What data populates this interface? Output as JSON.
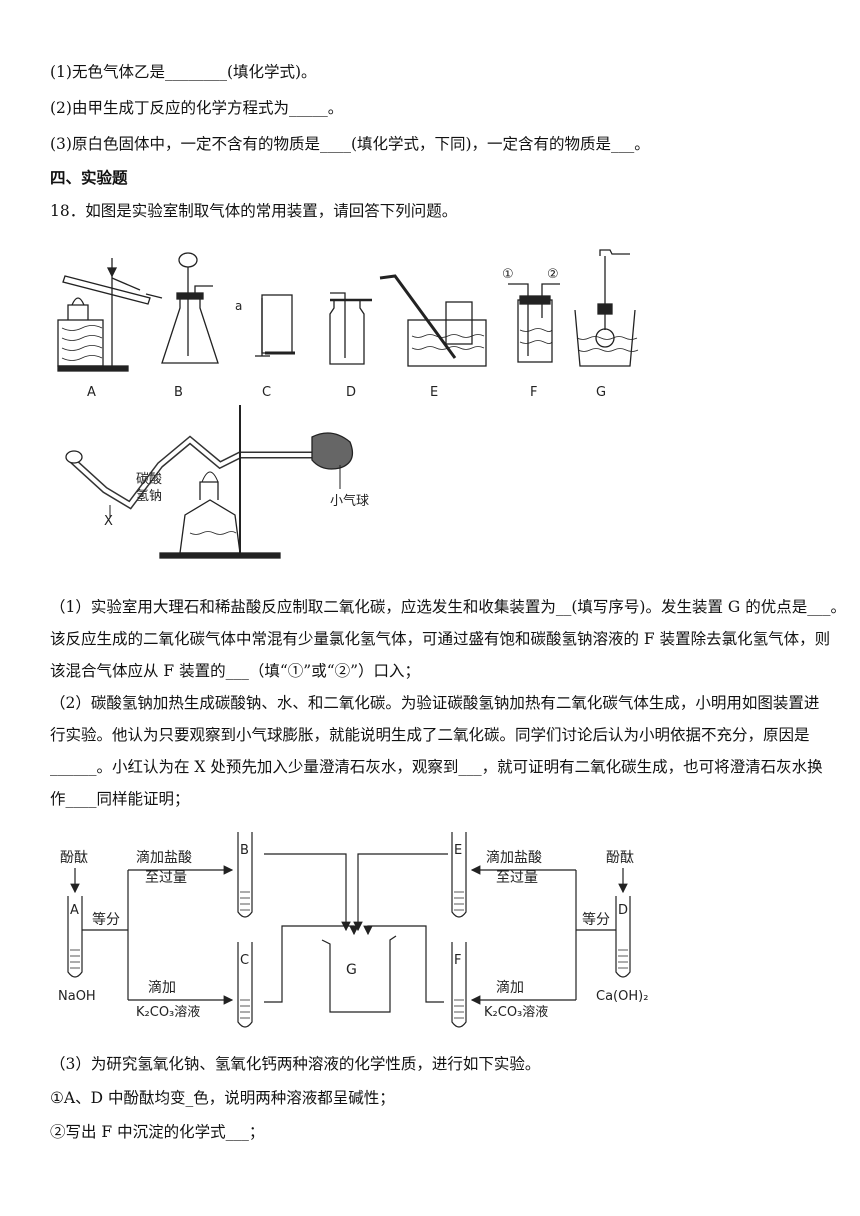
{
  "questions_top": [
    "(1)无色气体乙是________(填化学式)。",
    "(2)由甲生成丁反应的化学方程式为_____。",
    "(3)原白色固体中，一定不含有的物质是____(填化学式，下同)，一定含有的物质是___。"
  ],
  "section_title": "四、实验题",
  "q18_intro": "18．如图是实验室制取气体的常用装置，请回答下列问题。",
  "apparatus_labels": [
    "A",
    "B",
    "C",
    "D",
    "E",
    "F",
    "G"
  ],
  "label_a": "a",
  "f_port_1": "①",
  "f_port_2": "②",
  "fig2": {
    "label_x": "X",
    "label_sodium_1": "碳酸",
    "label_sodium_2": "氢钠",
    "label_balloon": "小气球"
  },
  "q1_lines": [
    "（1）实验室用大理石和稀盐酸反应制取二氧化碳，应选发生和收集装置为__(填写序号)。发生装置 G 的优点是___。",
    "该反应生成的二氧化碳气体中常混有少量氯化氢气体，可通过盛有饱和碳酸氢钠溶液的 F 装置除去氯化氢气体，则",
    "该混合气体应从 F 装置的___（填“①”或“②”）口入；"
  ],
  "q2_lines": [
    "（2）碳酸氢钠加热生成碳酸钠、水、和二氧化碳。为验证碳酸氢钠加热有二氧化碳气体生成，小明用如图装置进",
    "行实验。他认为只要观察到小气球膨胀，就能说明生成了二氧化碳。同学们讨论后认为小明依据不充分，原因是",
    "______。小红认为在 X 处预先加入少量澄清石灰水，观察到___，就可证明有二氧化碳生成，也可将澄清石灰水换",
    "作____同样能证明；"
  ],
  "fig3": {
    "left_indicator": "酚酞",
    "right_indicator": "酚酞",
    "tube_a": "A",
    "tube_b": "B",
    "tube_c": "C",
    "tube_d": "D",
    "tube_e": "E",
    "tube_f": "F",
    "beaker_g": "G",
    "equal_left": "等分",
    "equal_right": "等分",
    "hcl_left_1": "滴加盐酸",
    "hcl_left_2": "至过量",
    "hcl_right_1": "滴加盐酸",
    "hcl_right_2": "至过量",
    "k2co3_left_1": "滴加",
    "k2co3_left_2": "K₂CO₃溶液",
    "k2co3_right_1": "滴加",
    "k2co3_right_2": "K₂CO₃溶液",
    "naoh": "NaOH",
    "caoh2": "Ca(OH)₂"
  },
  "q3_lines": [
    "（3）为研究氢氧化钠、氢氧化钙两种溶液的化学性质，进行如下实验。",
    "①A、D 中酚酞均变_色，说明两种溶液都呈碱性；",
    "②写出 F 中沉淀的化学式___；"
  ]
}
